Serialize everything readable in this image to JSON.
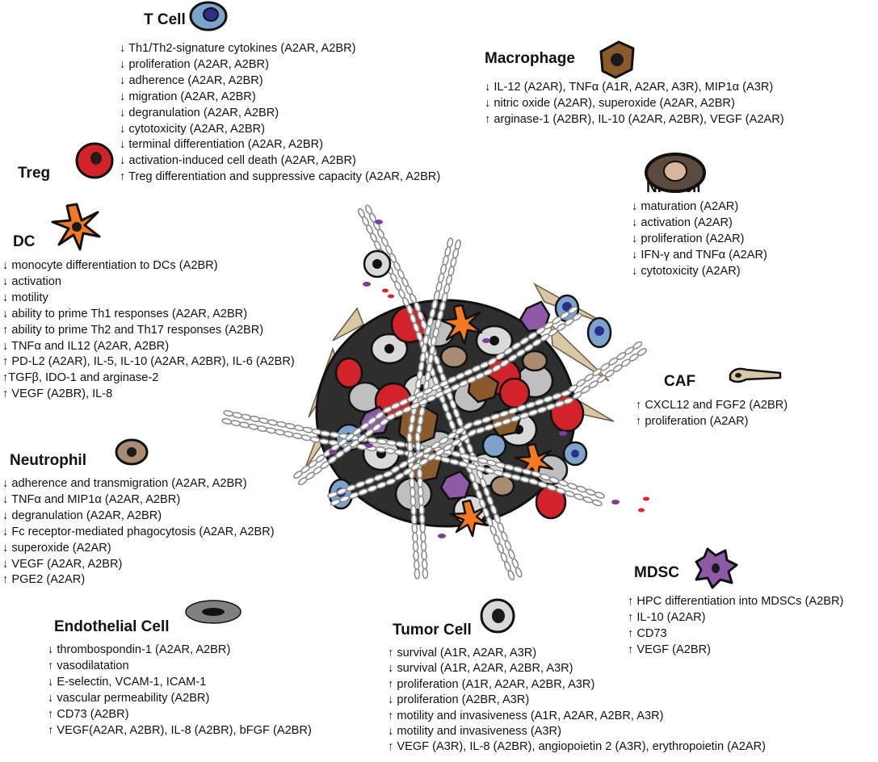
{
  "panels": {
    "tcell": {
      "title": "T Cell",
      "lines": [
        "↓ Th1/Th2-signature cytokines (A2AR, A2BR)",
        "↓ proliferation (A2AR, A2BR)",
        "↓ adherence (A2AR, A2BR)",
        "↓ migration (A2AR, A2BR)",
        "↓ degranulation (A2AR, A2BR)",
        "↓ cytotoxicity (A2AR, A2BR)",
        "↓ terminal differentiation (A2AR, A2BR)",
        "↓ activation-induced cell death (A2AR, A2BR)",
        "↑ Treg differentiation and suppressive capacity (A2AR, A2BR)"
      ]
    },
    "treg": {
      "title": "Treg"
    },
    "macrophage": {
      "title": "Macrophage",
      "lines": [
        "↓ IL-12 (A2AR), TNFα (A1R, A2AR, A3R), MIP1α (A3R)",
        "↓ nitric oxide (A2AR), superoxide (A2AR, A2BR)",
        "↑ arginase-1 (A2BR), IL-10 (A2AR,  A2BR), VEGF (A2AR)"
      ]
    },
    "nk": {
      "title": "NK Cell",
      "lines": [
        "↓ maturation (A2AR)",
        "↓ activation (A2AR)",
        "↓ proliferation (A2AR)",
        "↓ IFN-γ and TNFα (A2AR)",
        "↓ cytotoxicity (A2AR)"
      ]
    },
    "dc": {
      "title": "DC",
      "lines": [
        "↓ monocyte differentiation to DCs (A2BR)",
        "↓ activation",
        "↓ motility",
        "↓ ability to prime Th1 responses (A2AR, A2BR)",
        "↑ ability to prime Th2 and Th17 responses (A2BR)",
        "↓ TNFα and  IL12 (A2AR, A2BR)",
        "↑ PD-L2 (A2AR), IL-5, IL-10 (A2AR, A2BR), IL-6 (A2BR)",
        "↑TGFβ, IDO-1 and arginase-2",
        "↑ VEGF (A2BR), IL-8"
      ]
    },
    "caf": {
      "title": "CAF",
      "lines": [
        "↑ CXCL12 and FGF2 (A2BR)",
        "↑ proliferation (A2AR)"
      ]
    },
    "neutrophil": {
      "title": "Neutrophil",
      "lines": [
        "↓ adherence and transmigration (A2AR, A2BR)",
        "↓ TNFα and MIP1α (A2AR, A2BR)",
        "↓ degranulation (A2AR, A2BR)",
        "↓ Fc receptor-mediated phagocytosis (A2AR, A2BR)",
        "↓ superoxide (A2AR)",
        "↓ VEGF (A2AR, A2BR)",
        "↑ PGE2 (A2AR)"
      ]
    },
    "mdsc": {
      "title": "MDSC",
      "lines": [
        "↑ HPC differentiation into MDSCs (A2BR)",
        "↑ IL-10 (A2AR)",
        "↑ CD73",
        "↑ VEGF (A2BR)"
      ]
    },
    "endothelial": {
      "title": "Endothelial Cell",
      "lines": [
        "↓ thrombospondin-1 (A2AR, A2BR)",
        "↑ vasodilatation",
        "↓ E-selectin, VCAM-1, ICAM-1",
        "↓ vascular permeability (A2BR)",
        "↑ CD73 (A2BR)",
        "↑ VEGF(A2AR, A2BR), IL-8 (A2BR), bFGF (A2BR)"
      ]
    },
    "tumor": {
      "title": "Tumor Cell",
      "lines": [
        "↑ survival (A1R, A2AR, A3R)",
        "↓ survival (A1R, A2AR, A2BR, A3R)",
        "↑ proliferation (A1R, A2AR, A2BR, A3R)",
        "↓ proliferation (A2BR, A3R)",
        "↑ motility and invasiveness (A1R, A2AR, A2BR, A3R)",
        "↓ motility and invasiveness (A3R)",
        "↑ VEGF (A3R), IL-8 (A2BR), angiopoietin 2 (A3R), erythropoietin (A2AR)"
      ]
    }
  },
  "icons": {
    "tcell": "t-cell-icon",
    "treg": "treg-cell-icon",
    "macrophage": "macrophage-cell-icon",
    "nk": "nk-cell-icon",
    "dc": "dendritic-cell-icon",
    "caf": "caf-cell-icon",
    "neutrophil": "neutrophil-cell-icon",
    "mdsc": "mdsc-cell-icon",
    "endothelial": "endothelial-cell-icon",
    "tumor": "tumor-cell-icon",
    "mass": "tumor-mass-illustration"
  },
  "colors": {
    "tcell": "#7da3cc",
    "tcell_nucleus": "#2b2f86",
    "treg": "#d2232a",
    "macrophage": "#8b5a2b",
    "nk": "#5a4a40",
    "nk_nucleus": "#d9b79a",
    "dc": "#f47920",
    "caf": "#d8c8a8",
    "neutrophil": "#a98b72",
    "mdsc": "#8e5aa8",
    "endothelial": "#808080",
    "tumor": "#d9d9d9",
    "vessel": "#8c8c8c",
    "adenosine": "#7b3f99",
    "rbc": "#e0232a"
  }
}
